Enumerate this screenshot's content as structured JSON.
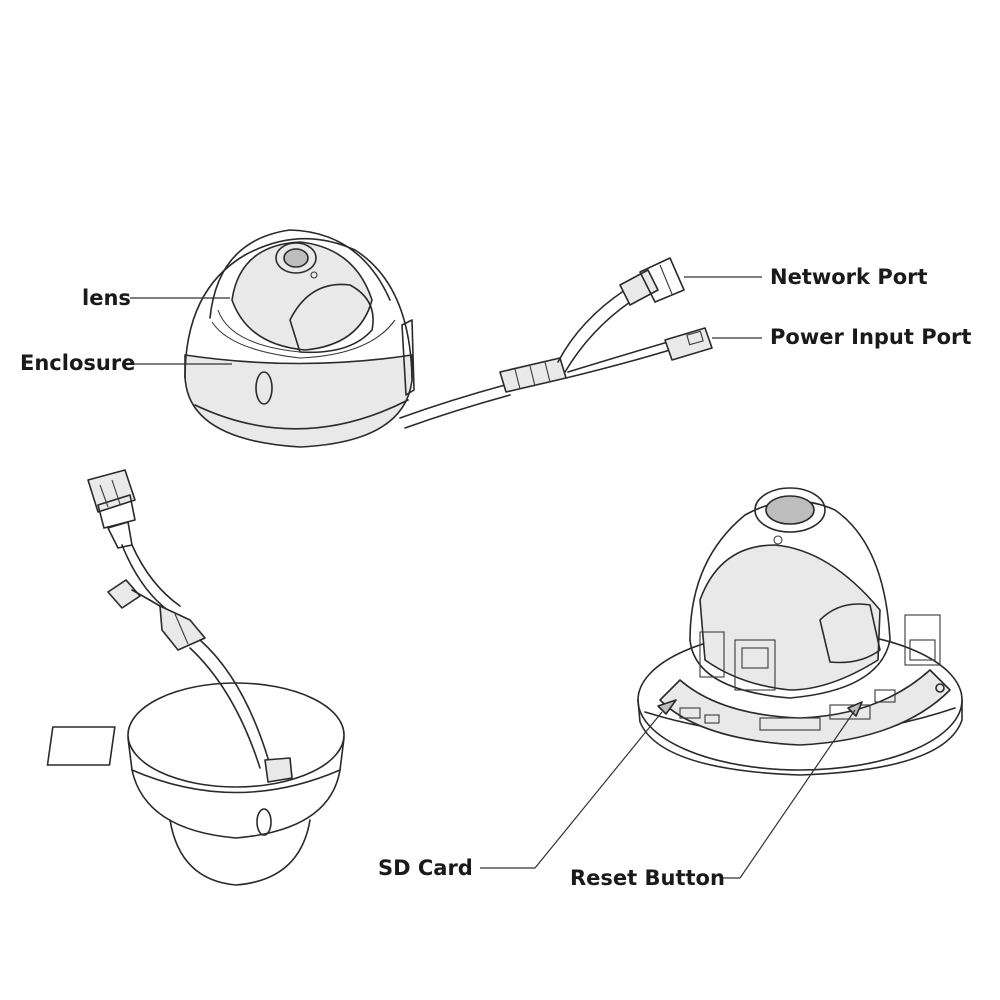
{
  "labels": {
    "lens": "lens",
    "enclosure": "Enclosure",
    "network_port": "Network Port",
    "power_input_port": "Power Input Port",
    "sd_card": "SD Card",
    "reset_button": "Reset Button"
  },
  "icons": [
    "dome-camera-front-view",
    "dome-camera-rear-view",
    "dome-camera-open-base-view"
  ]
}
